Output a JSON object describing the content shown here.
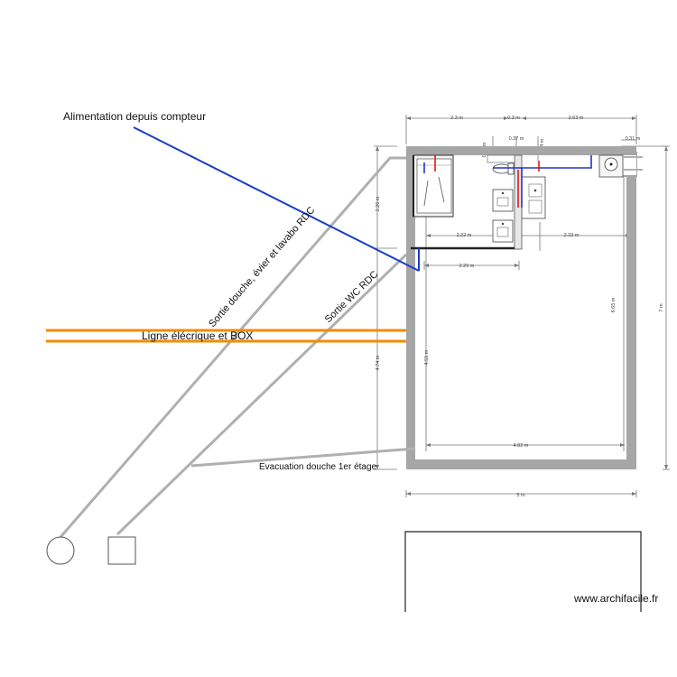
{
  "labels": {
    "supply": "Alimentation depuis compteur",
    "shower_outlet": "Sortie douche, évier et lavabo RDC",
    "wc_outlet": "Sortie WC RDC",
    "electric": "Ligne élécrique et BOX",
    "evacuation": "Evacuation douche 1er étage",
    "watermark": "www.archifacile.fr"
  },
  "dimensions": {
    "top_left": "2.3 m",
    "top_mid": "0.3 m",
    "top_right": "2.63 m",
    "right_small": "0.31 m",
    "small_a": "0.58 m",
    "small_b": "0.37 m",
    "small_c": "0.64 m",
    "left_upper": "2.26 m",
    "left_total": "4.74 m",
    "inner_left": "4.51 m",
    "inner_mid_left": "2.22 m",
    "inner_mid_right": "2.33 m",
    "inner_right": "6.65 m",
    "outer_right": "7 m",
    "bathroom_bottom": "2.29 m",
    "inner_bottom": "4.82 m",
    "outer_bottom": "5 m"
  },
  "colors": {
    "wall": "#a6a6a6",
    "pipe": "#b0b0b0",
    "supply": "#1a3cc8",
    "electric": "#f28c00",
    "cold_water": "#2030d0",
    "hot_water": "#e01818"
  }
}
